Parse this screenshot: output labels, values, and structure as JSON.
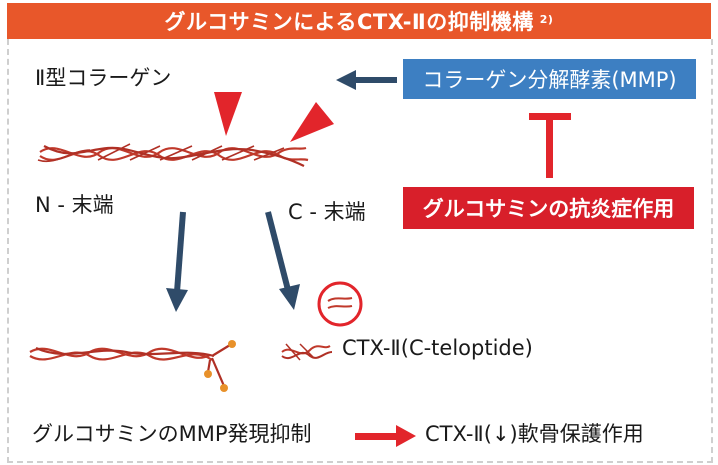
{
  "title": {
    "text": "グルコサミンによるCTX-Ⅱの抑制機構",
    "superscript": "2)"
  },
  "labels": {
    "collagen": "Ⅱ型コラーゲン",
    "n_terminal": "N - 末端",
    "c_terminal": "C - 末端",
    "ctx_fragment": "CTX-Ⅱ(C-teloptide)",
    "glucosamine_mmp": "グルコサミンのMMP発現抑制",
    "result": "CTX-Ⅱ(↓)軟骨保護作用"
  },
  "boxes": {
    "mmp_enzyme": "コラーゲン分解酵素(MMP)",
    "anti_inflammatory": "グルコサミンの抗炎症作用"
  },
  "colors": {
    "title_bar": "#e8572a",
    "mmp_box": "#3d7fc2",
    "anti_box": "#d81f2a",
    "dark_arrow": "#2f4b69",
    "red_arrow": "#e2252b",
    "helix": "#c0392b",
    "endpoint": "#e8912a"
  }
}
